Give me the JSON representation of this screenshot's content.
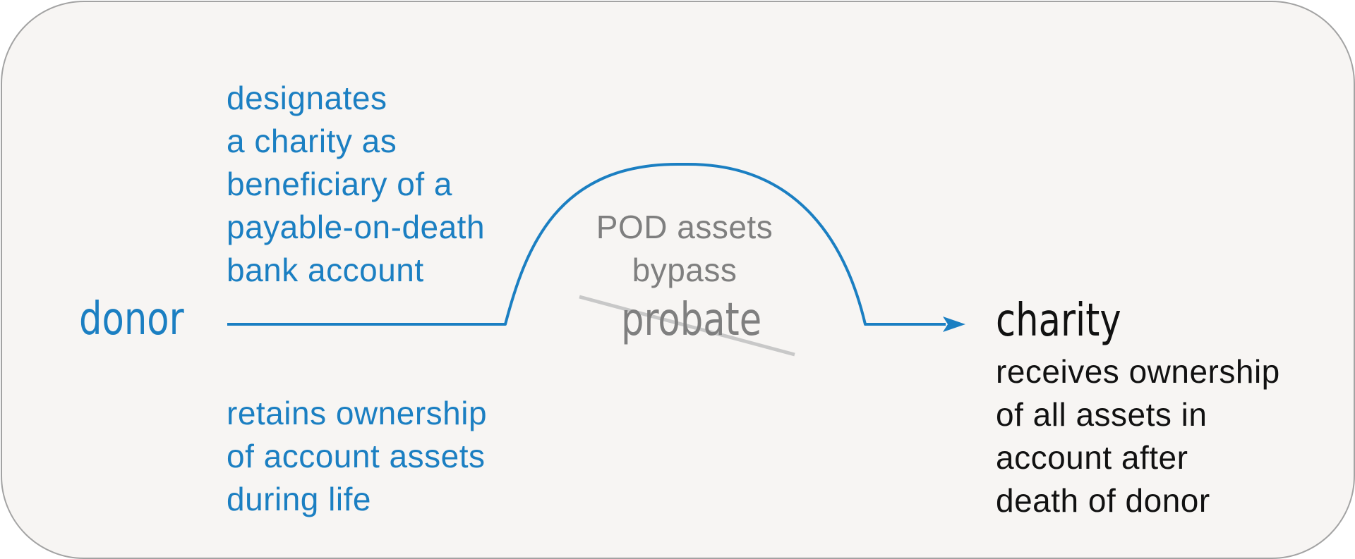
{
  "donor": {
    "label": "donor",
    "action": "designates\na charity as\nbeneficiary of a\npayable-on-death\nbank account",
    "retention": "retains ownership\nof account assets\nduring life"
  },
  "middle": {
    "caption": "POD assets\nbypass",
    "struck_word": "probate"
  },
  "charity": {
    "label": "charity",
    "description": "receives ownership\nof all assets in\naccount after\ndeath of donor"
  },
  "colors": {
    "accent": "#1b7fc2",
    "muted": "#7f7f7f",
    "strike": "#c8c8c8",
    "card_background": "#f7f5f3",
    "card_border": "#a3a3a3"
  },
  "icons": [
    "flow-arrow-icon",
    "strikethrough-line-icon"
  ]
}
